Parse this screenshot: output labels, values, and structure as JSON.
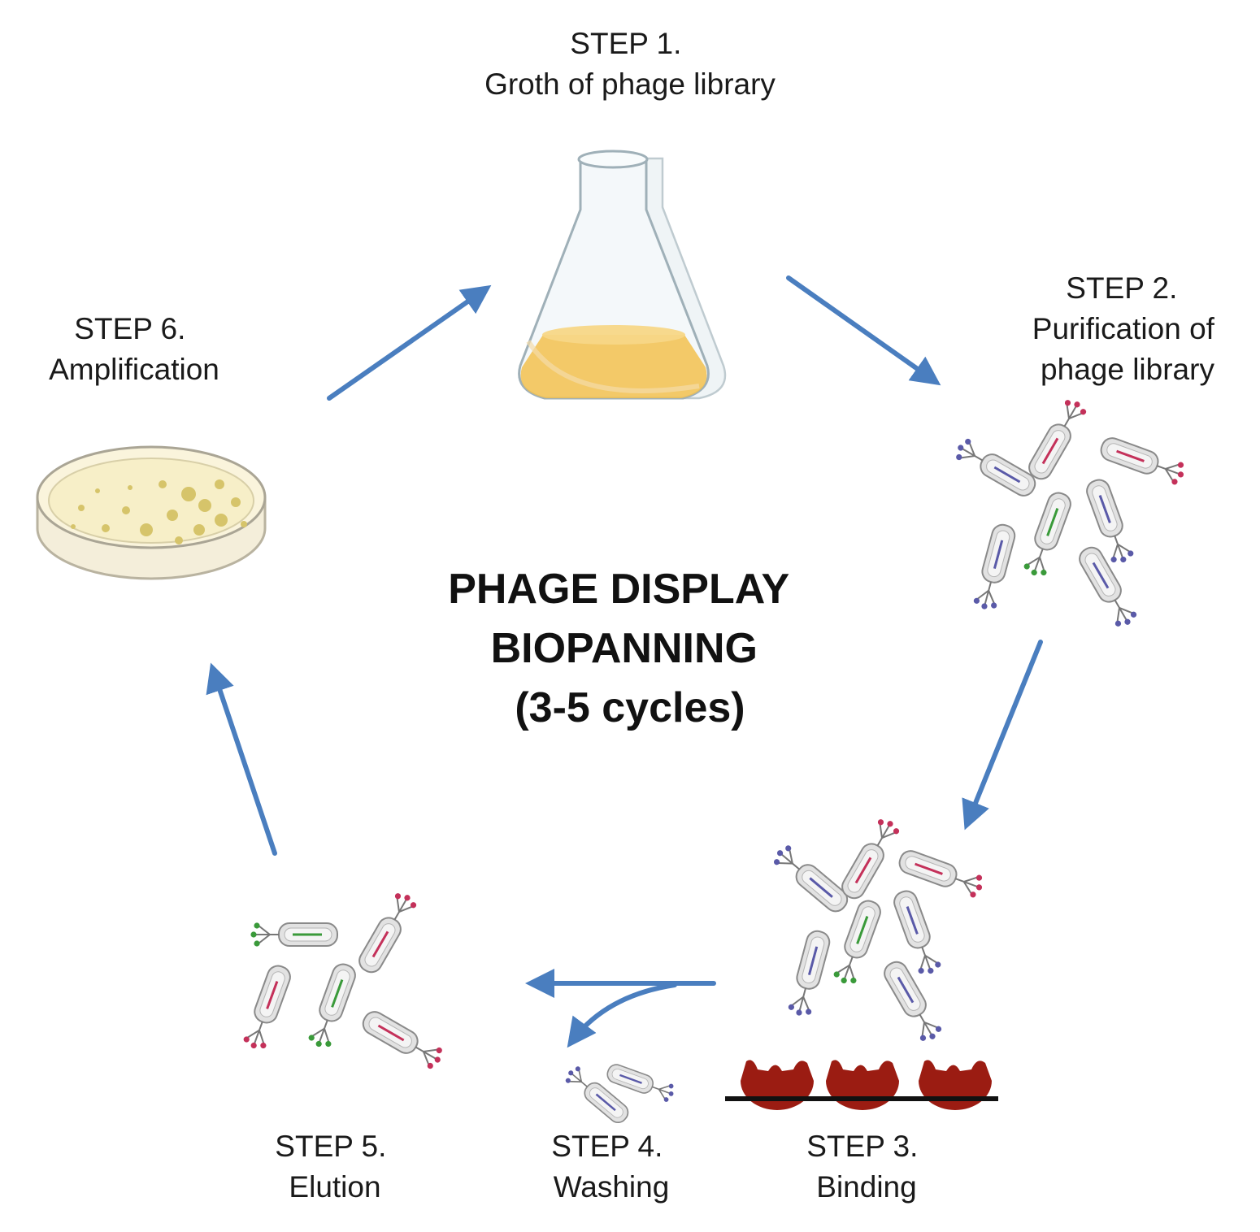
{
  "title_lines": [
    "PHAGE DISPLAY",
    "BIOPANNING",
    "(3-5 cycles)"
  ],
  "steps": [
    {
      "id": "step-1",
      "lines": [
        "STEP 1.",
        "Groth of phage library"
      ],
      "icon": "erlenmeyer-flask-icon"
    },
    {
      "id": "step-2",
      "lines": [
        "STEP 2.",
        "Purification of",
        "phage library"
      ],
      "icon": "phage-cluster-icon"
    },
    {
      "id": "step-3",
      "lines": [
        "STEP 3.",
        "Binding"
      ],
      "icon": "target-binding-icon"
    },
    {
      "id": "step-4",
      "lines": [
        "STEP 4.",
        "Washing"
      ],
      "icon": "washed-phage-icon"
    },
    {
      "id": "step-5",
      "lines": [
        "STEP 5.",
        "Elution"
      ],
      "icon": "phage-cluster-icon"
    },
    {
      "id": "step-6",
      "lines": [
        "STEP 6.",
        "Amplification"
      ],
      "icon": "petri-dish-icon"
    }
  ],
  "colors": {
    "arrow": "#4a7ebf",
    "target": "#9b1c12",
    "medium": "#f2c14e",
    "phage_body": "#d6d6d6",
    "phage_red": "#c4315a",
    "phage_blue": "#5a5aa8",
    "phage_green": "#3a9a3a"
  }
}
